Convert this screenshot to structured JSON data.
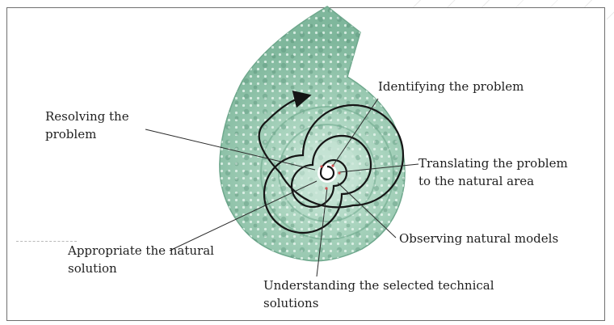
{
  "diagram": {
    "labels": {
      "resolving": [
        "Resolving the",
        "problem"
      ],
      "identifying": [
        "Identifying the problem"
      ],
      "translating": [
        "Translating the problem",
        "to the natural area"
      ],
      "observing": [
        "Observing natural models"
      ],
      "appropriate": [
        "Appropriate the natural",
        "solution"
      ],
      "understanding": [
        "Understanding the selected technical",
        "solutions"
      ]
    },
    "colors": {
      "shell_light": "#b8dcc9",
      "shell_mid": "#8cc3a8",
      "shell_dark": "#5f9c82",
      "spiral_line": "#151515",
      "text": "#1f1f1f",
      "frame": "#6f6f6f"
    },
    "icons": {
      "shell": "spiral-shell-image",
      "arrow": "spiral-arrow"
    }
  }
}
